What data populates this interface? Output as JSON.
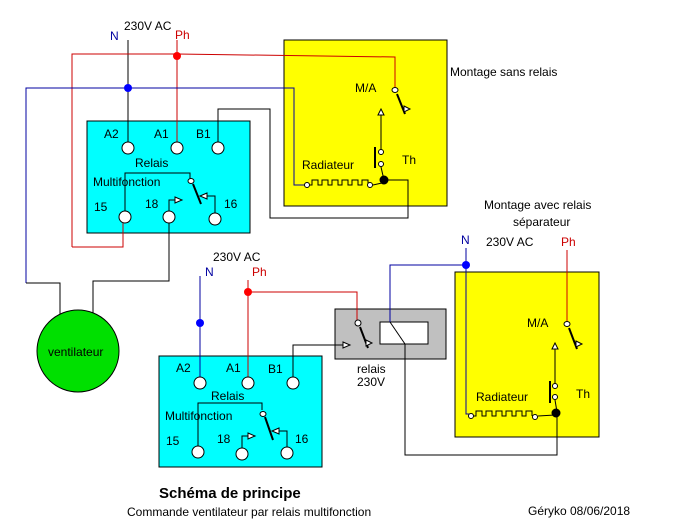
{
  "colors": {
    "neutral": "#0000a0",
    "phase": "#cc0000",
    "wire": "#000000",
    "relay_box": "#00ffff",
    "radiator_box": "#ffff00",
    "fan": "#00e000",
    "separator_relay": "#c0c0c0"
  },
  "supply_top": {
    "voltage": "230V AC",
    "neutral": "N",
    "phase": "Ph"
  },
  "relay_top": {
    "terminals": [
      "A2",
      "A1",
      "B1"
    ],
    "name_line1": "Relais",
    "name_line2": "Multifonction",
    "contacts": [
      "15",
      "18",
      "16"
    ]
  },
  "radiator_top": {
    "switch_label": "M/A",
    "heater_label": "Radiateur",
    "thermostat_label": "Th"
  },
  "caption_top": "Montage sans relais",
  "fan": {
    "label": "ventilateur"
  },
  "supply_bottom": {
    "voltage": "230V AC",
    "neutral": "N",
    "phase": "Ph"
  },
  "relay_bottom": {
    "terminals": [
      "A2",
      "A1",
      "B1"
    ],
    "name_line1": "Relais",
    "name_line2": "Multifonction",
    "contacts": [
      "15",
      "18",
      "16"
    ]
  },
  "separator_relay": {
    "line1": "relais",
    "line2": "230V"
  },
  "caption_bottom": {
    "line1": "Montage avec relais",
    "line2": "séparateur"
  },
  "supply_right": {
    "voltage": "230V AC",
    "neutral": "N",
    "phase": "Ph"
  },
  "radiator_bottom": {
    "switch_label": "M/A",
    "heater_label": "Radiateur",
    "thermostat_label": "Th"
  },
  "footer": {
    "title": "Schéma de principe",
    "subtitle": "Commande ventilateur par relais multifonction",
    "author_date": "Géryko 08/06/2018"
  }
}
